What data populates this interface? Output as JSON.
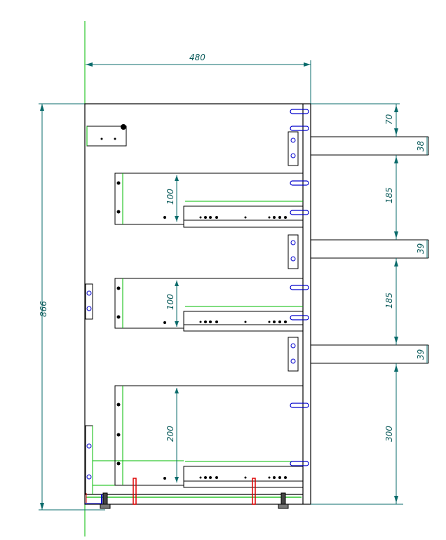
{
  "drawing": {
    "colors": {
      "outline": "#000000",
      "dimension": "#0a6b6b",
      "guide": "#00bb00",
      "hole": "#0000cc",
      "leg_mark": "#dd0000"
    },
    "overall_width_label": "480",
    "overall_height_label": "866",
    "right_dims": [
      "70",
      "38",
      "185",
      "39",
      "185",
      "39",
      "300"
    ],
    "drawer_depths": [
      "100",
      "100",
      "200"
    ]
  }
}
